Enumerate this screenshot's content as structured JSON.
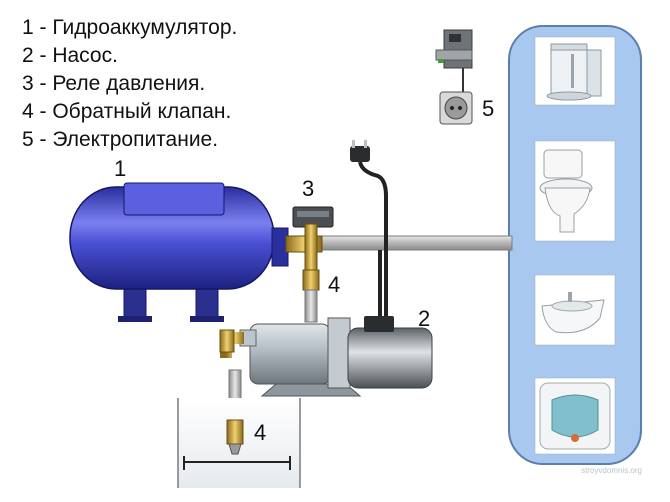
{
  "legend": [
    "1 - Гидроаккумулятор.",
    "2 - Насос.",
    "3 - Реле давления.",
    "4 - Обратный клапан.",
    "5 - Электропитание."
  ],
  "callouts": {
    "accumulator": "1",
    "pump": "2",
    "pressure_switch": "3",
    "check_valve_upper": "4",
    "check_valve_lower": "4",
    "power_supply": "5"
  },
  "consumers": [
    "shower-cabin",
    "toilet",
    "washbasin",
    "water-heater"
  ],
  "watermark": "stroyvdomnis.org",
  "colors": {
    "tank": "#3a3fc4",
    "panel": "#a9c8f0",
    "pipe": "#c8c8c8",
    "pump": "#9aa6ae"
  }
}
